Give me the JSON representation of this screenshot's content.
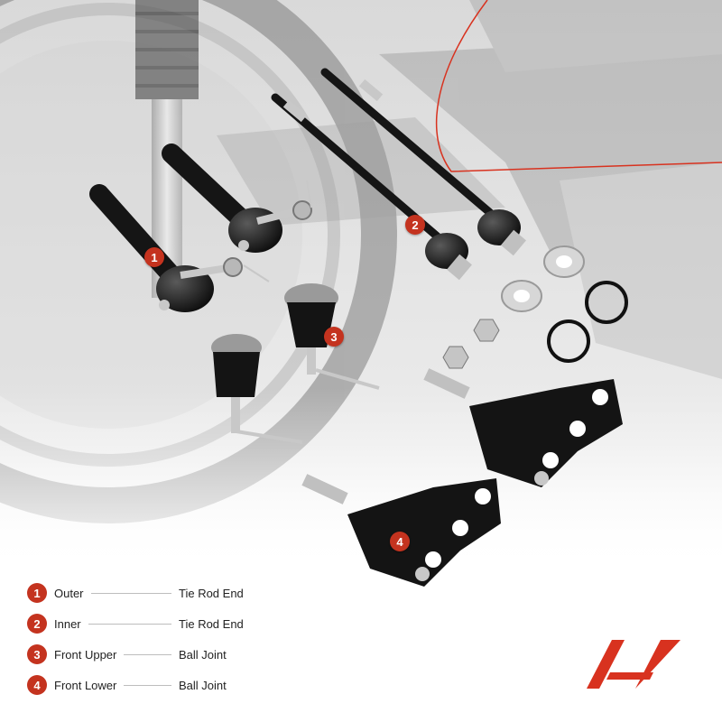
{
  "legend": [
    {
      "num": "1",
      "position": "Outer",
      "type": "Tie Rod End"
    },
    {
      "num": "2",
      "position": "Inner",
      "type": "Tie Rod End"
    },
    {
      "num": "3",
      "position": "Front Upper",
      "type": "Ball Joint"
    },
    {
      "num": "4",
      "position": "Front Lower",
      "type": "Ball Joint"
    }
  ],
  "markers": [
    "1",
    "2",
    "3",
    "4"
  ],
  "colors": {
    "accent": "#c4331f",
    "part": "#1c1c1c",
    "chrome": "#c8c8c8",
    "background_photo": "#e4e4e4"
  },
  "icons": {
    "logo": "a-premium-logo"
  }
}
